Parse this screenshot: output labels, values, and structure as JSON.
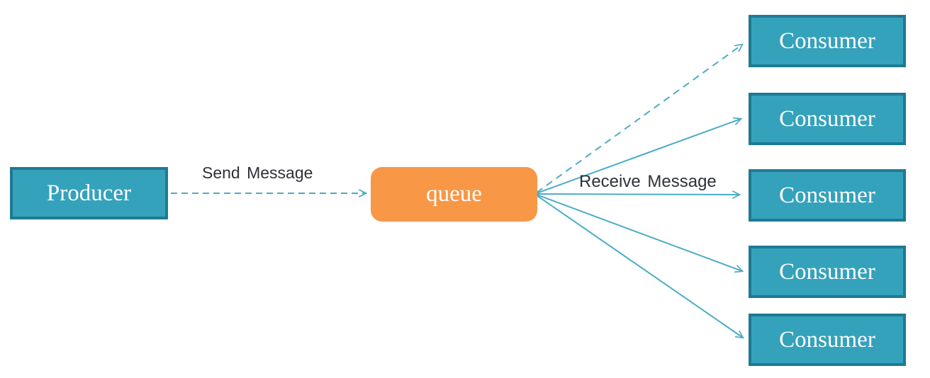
{
  "colors": {
    "node-fill": "#35A2BC",
    "node-border": "#1E7A93",
    "queue-fill": "#F89746",
    "arrow": "#4BACC6",
    "edge-label": "#2E3138",
    "node-text": "#FFFFFF",
    "background": "#FFFFFF"
  },
  "nodes": {
    "producer": {
      "label": "Producer"
    },
    "queue": {
      "label": "queue"
    }
  },
  "consumers": [
    {
      "label": "Consumer"
    },
    {
      "label": "Consumer"
    },
    {
      "label": "Consumer"
    },
    {
      "label": "Consumer"
    },
    {
      "label": "Consumer"
    }
  ],
  "edges": {
    "send": {
      "label": "Send Message",
      "style": "dashed",
      "from": "Producer",
      "to": "queue"
    },
    "receive": {
      "label": "Receive Message",
      "from": "queue",
      "styles": [
        "dashed",
        "solid",
        "solid",
        "solid",
        "solid"
      ]
    }
  }
}
